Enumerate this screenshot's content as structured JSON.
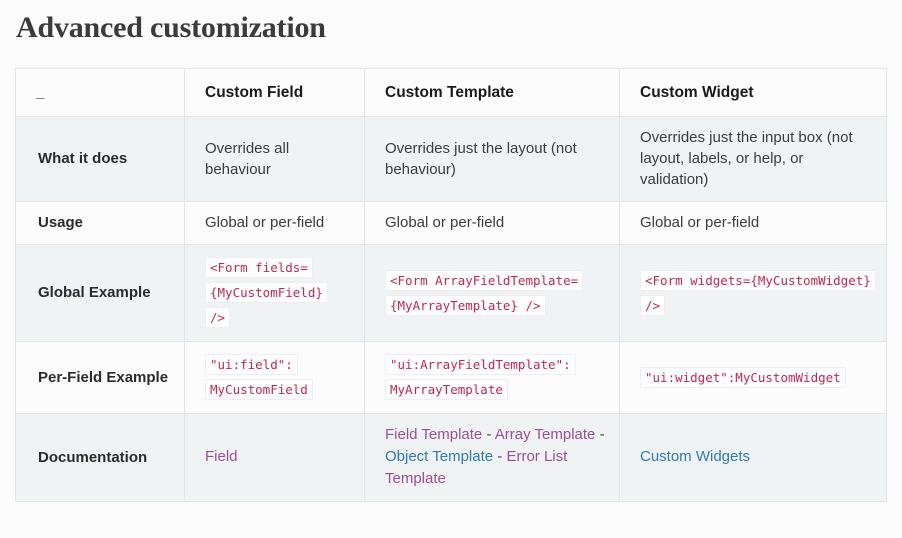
{
  "page": {
    "title": "Advanced customization"
  },
  "table": {
    "headers": [
      {
        "label": "_",
        "name": "blank"
      },
      {
        "label": "Custom Field",
        "name": "custom-field"
      },
      {
        "label": "Custom Template",
        "name": "custom-template"
      },
      {
        "label": "Custom Widget",
        "name": "custom-widget"
      }
    ],
    "rows": [
      {
        "label": "What it does",
        "custom_field": "Overrides all behaviour",
        "custom_template": "Overrides just the layout (not behaviour)",
        "custom_widget": "Overrides just the input box (not layout, labels, or help, or validation)"
      },
      {
        "label": "Usage",
        "custom_field": "Global or per-field",
        "custom_template": "Global or per-field",
        "custom_widget": "Global or per-field"
      },
      {
        "label": "Global Example",
        "custom_field": "<Form fields={MyCustomField} />",
        "custom_template": "<Form ArrayFieldTemplate={MyArrayTemplate} />",
        "custom_widget": "<Form widgets={MyCustomWidget} />"
      },
      {
        "label": "Per-Field Example",
        "custom_field": "\"ui:field\": MyCustomField",
        "custom_template": "\"ui:ArrayFieldTemplate\": MyArrayTemplate",
        "custom_widget": "\"ui:widget\":MyCustomWidget"
      },
      {
        "label": "Documentation",
        "custom_field_links": [
          {
            "text": "Field",
            "state": "visited"
          }
        ],
        "custom_template_links": [
          {
            "text": "Field Template",
            "state": "visited"
          },
          {
            "text": "Array Template",
            "state": "visited"
          },
          {
            "text": "Object Template",
            "state": "unvisited"
          },
          {
            "text": "Error List Template",
            "state": "visited"
          }
        ],
        "custom_widget_links": [
          {
            "text": "Custom Widgets",
            "state": "unvisited"
          }
        ],
        "separator": " - "
      }
    ]
  },
  "colors": {
    "code_text": "#c7254e",
    "link_visited": "#9b4f96",
    "link_unvisited": "#2b7bb9",
    "row_stripe": "#f0f3f4",
    "border": "#e3e6e8"
  }
}
